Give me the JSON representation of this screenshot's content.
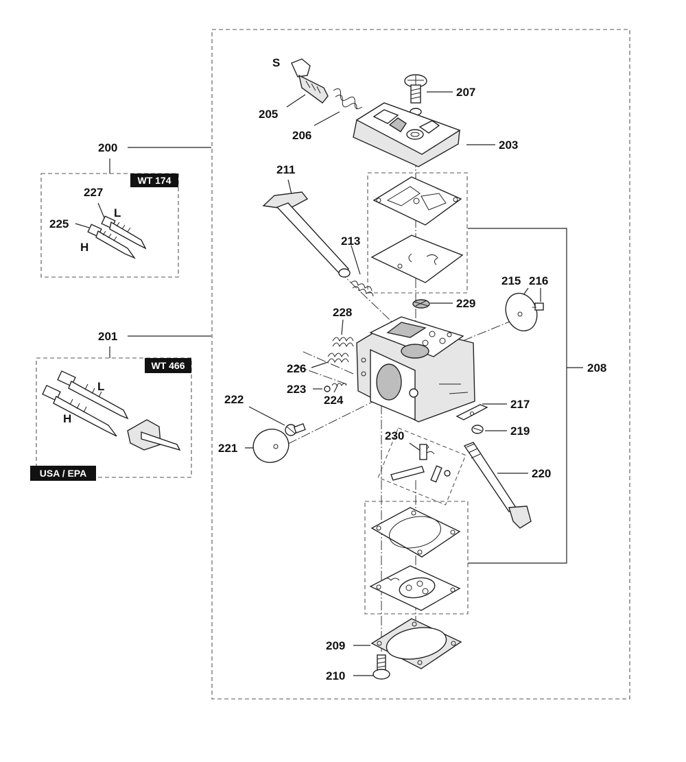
{
  "labels": {
    "p200": "200",
    "p201": "201",
    "p203": "203",
    "p205": "205",
    "p206": "206",
    "p207": "207",
    "p208": "208",
    "p209": "209",
    "p210": "210",
    "p211": "211",
    "p213": "213",
    "p215": "215",
    "p216": "216",
    "p217": "217",
    "p219": "219",
    "p220": "220",
    "p221": "221",
    "p222": "222",
    "p223": "223",
    "p224": "224",
    "p225": "225",
    "p226": "226",
    "p227": "227",
    "p228": "228",
    "p229": "229",
    "p230": "230",
    "s": "S",
    "l_top": "L",
    "h_top": "H",
    "l_bottom": "L",
    "h_bottom": "H"
  },
  "tags": {
    "wt174": "WT 174",
    "wt466": "WT 466",
    "usa_epa": "USA / EPA"
  },
  "colors": {
    "line": "#222222",
    "tag_bg": "#111111",
    "tag_text": "#ffffff"
  }
}
